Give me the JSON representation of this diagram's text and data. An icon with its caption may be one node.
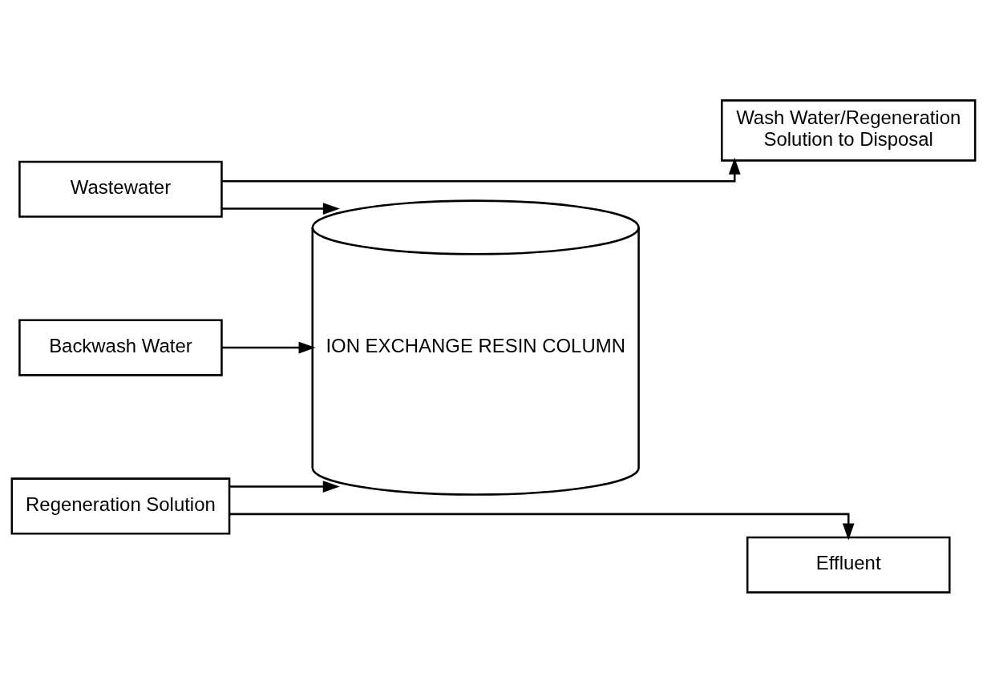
{
  "diagram": {
    "nodes": [
      {
        "text": [
          "Wastewater"
        ]
      },
      {
        "text": [
          "Wash Water/Regeneration Solution to Disposal"
        ]
      },
      {
        "text": [
          "ION EXCHANGE RESIN COLUMN"
        ]
      },
      {
        "text": [
          "Backwash Water"
        ]
      },
      {
        "text": [
          "Regeneration Solution"
        ]
      },
      {
        "text": [
          "Effluent"
        ]
      }
    ],
    "edges": [
      {
        "from": 0,
        "to": 1,
        "arrow": "to"
      },
      {
        "from": 0,
        "to": 2,
        "arrow": "to"
      },
      {
        "from": 3,
        "to": 2,
        "arrow": "to"
      },
      {
        "from": 4,
        "to": 2,
        "arrow": "to"
      },
      {
        "from": 4,
        "to": 5,
        "arrow": "to"
      }
    ]
  }
}
